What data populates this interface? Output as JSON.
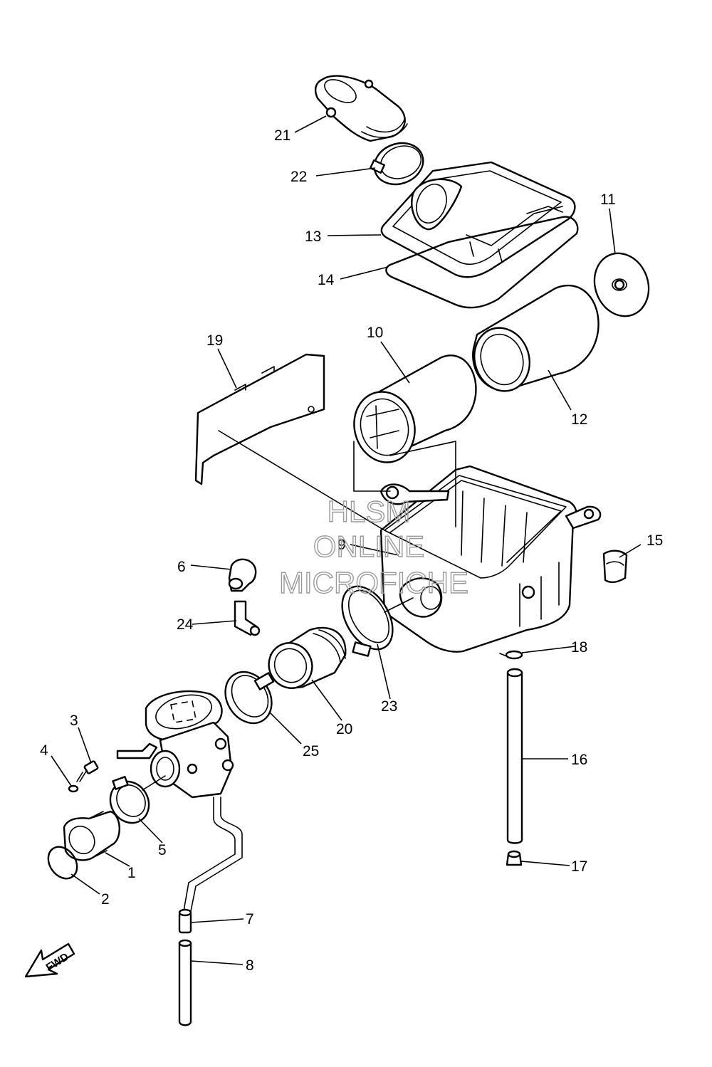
{
  "watermark": {
    "line1": "HLSM",
    "line2": "ONLINE",
    "line3": "MICROFICHE"
  },
  "direction_marker": {
    "label": "FWD",
    "icon": "forward-arrow-icon"
  },
  "part_numbers": {
    "p1": "1",
    "p2": "2",
    "p3": "3",
    "p4": "4",
    "p5": "5",
    "p6": "6",
    "p7": "7",
    "p8": "8",
    "p9": "9",
    "p10": "10",
    "p11": "11",
    "p12": "12",
    "p13": "13",
    "p14": "14",
    "p15": "15",
    "p16": "16",
    "p17": "17",
    "p18": "18",
    "p19": "19",
    "p20": "20",
    "p21": "21",
    "p22": "22",
    "p23": "23",
    "p24": "24",
    "p25": "25"
  }
}
